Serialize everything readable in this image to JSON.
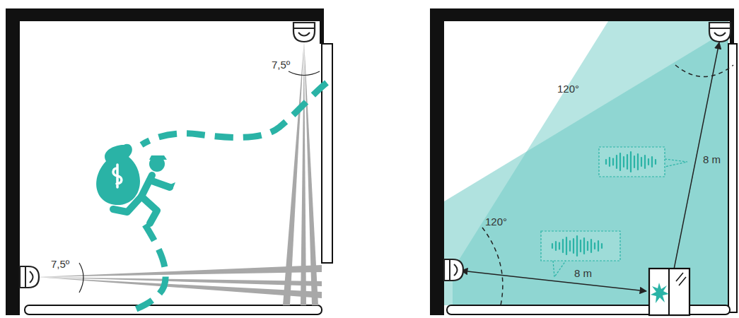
{
  "diagram": {
    "labels": [
      "7,5º",
      "7,5º",
      "120°",
      "8 m",
      "120°",
      "8 m"
    ]
  }
}
